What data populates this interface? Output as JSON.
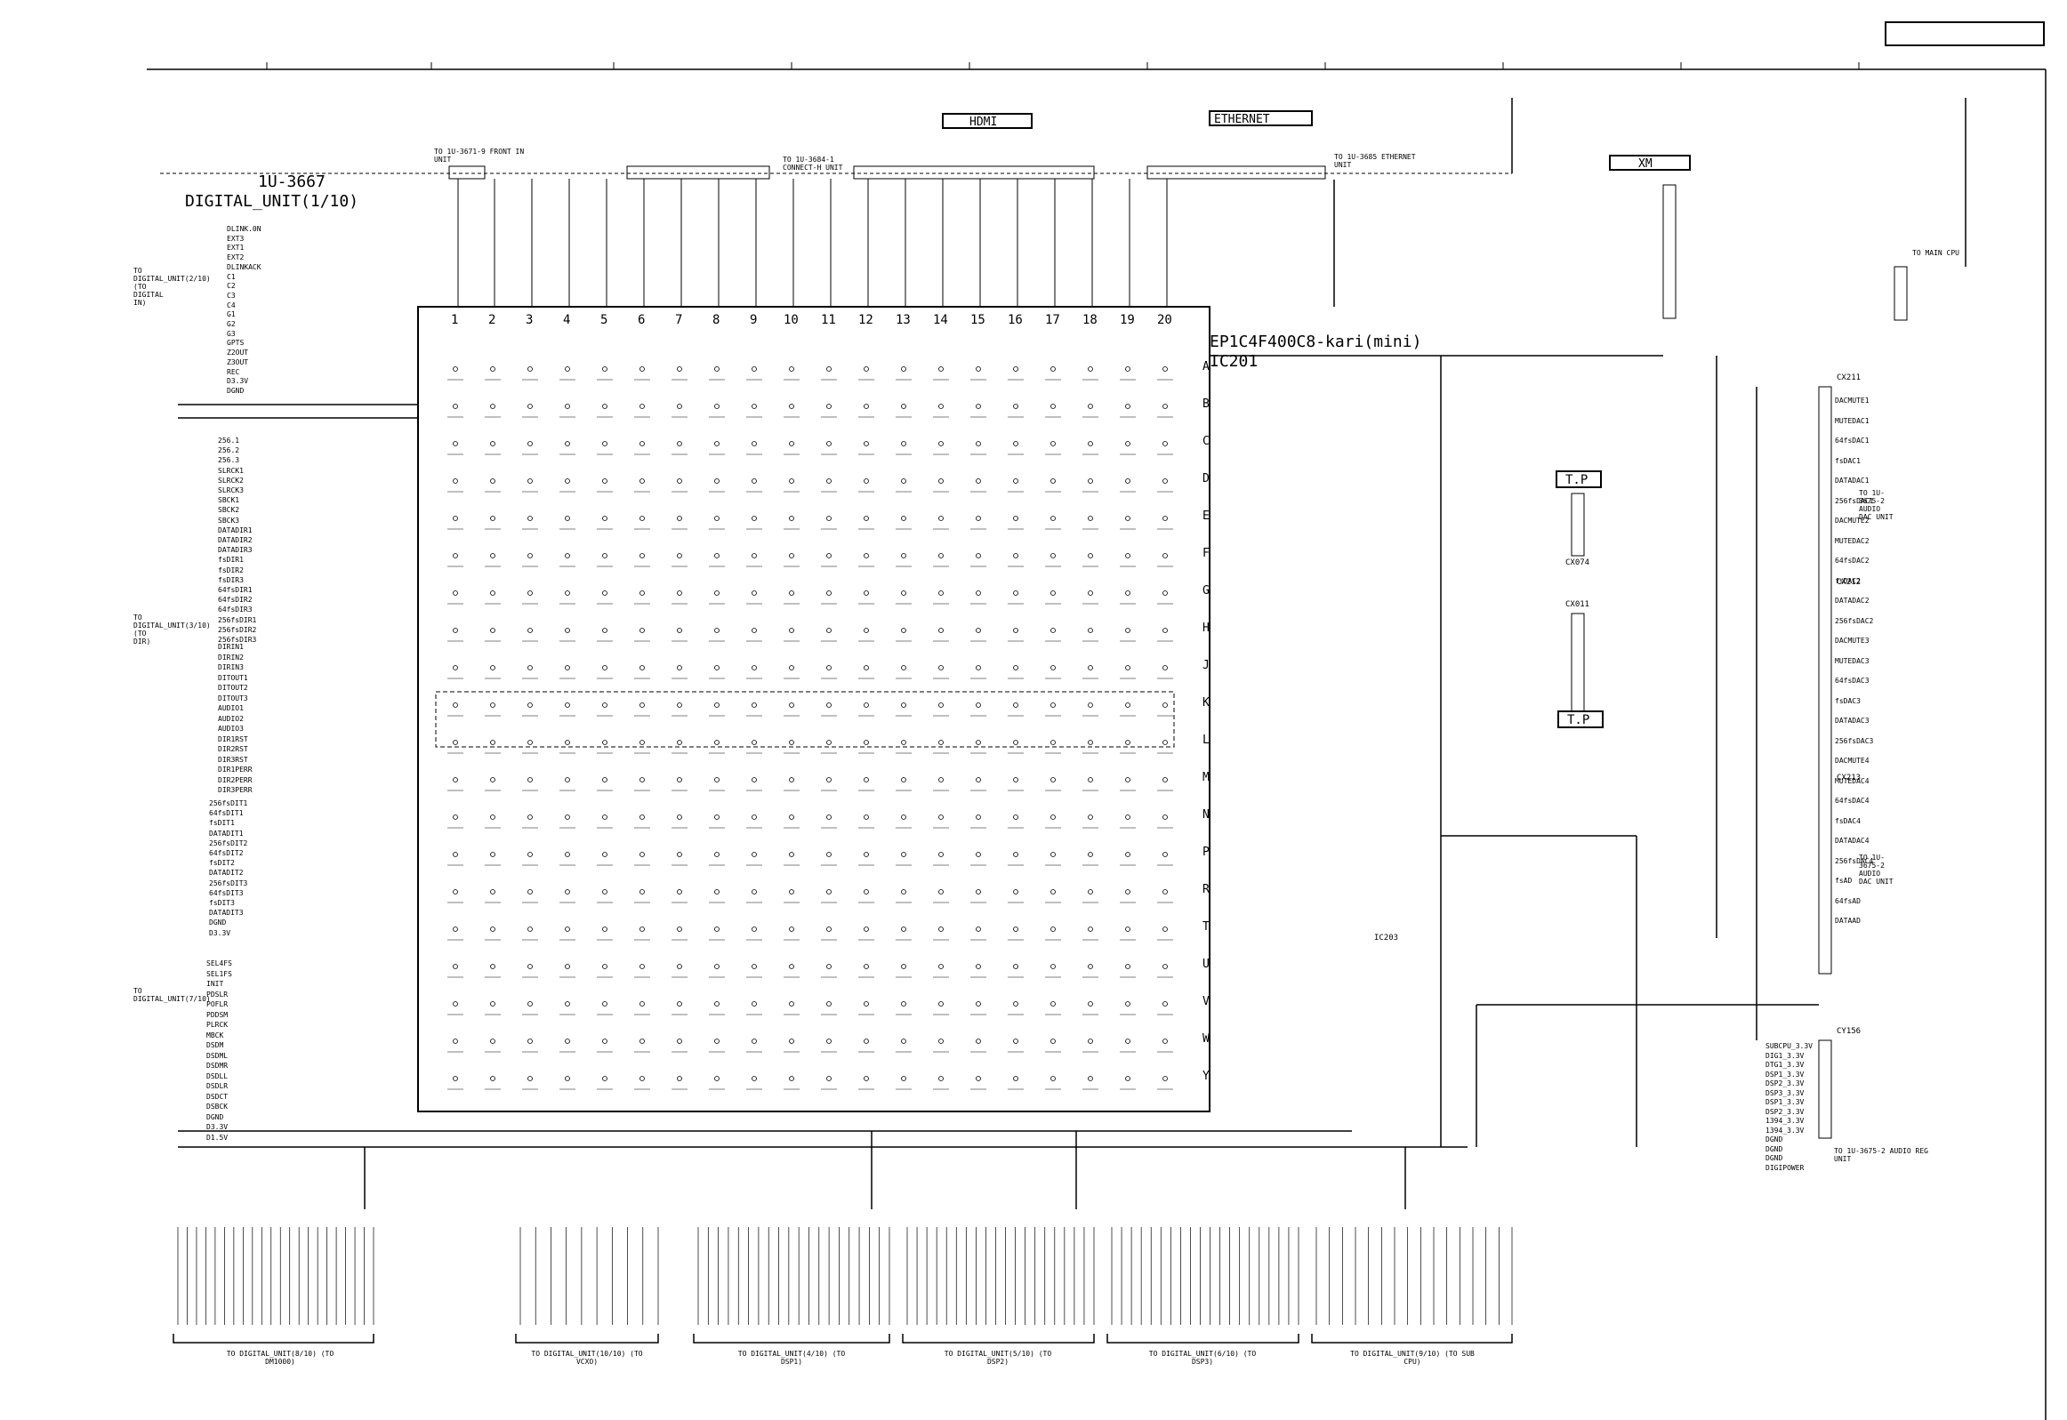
{
  "block": {
    "unit_code": "1U-3667",
    "unit_name": "DIGITAL_UNIT(1/10)"
  },
  "ic": {
    "part": "EP1C4F400C8-kari(mini)",
    "ref": "IC201"
  },
  "labels": {
    "hdmi": "HDMI",
    "ethernet": "ETHERNET",
    "xm": "XM",
    "tp1": "T.P",
    "tp2": "T.P"
  },
  "connectors": {
    "front_in": "TO 1U-3671-9 FRONT IN UNIT",
    "hdmi_conn": "TO 1U-3684-1 CONNECT-H UNIT",
    "ethernet_conn": "TO 1U-3685 ETHERNET UNIT",
    "main_cpu": "TO MAIN CPU",
    "audio_dac1": "TO 1U-3675-2 AUDIO DAC UNIT",
    "audio_dac2": "TO 1U-3675-2 AUDIO DAC UNIT",
    "audio_reg": "TO 1U-3675-2 AUDIO REG UNIT"
  },
  "pin_numbers": [
    "1",
    "2",
    "3",
    "4",
    "5",
    "6",
    "7",
    "8",
    "9",
    "10",
    "11",
    "12",
    "13",
    "14",
    "15",
    "16",
    "17",
    "18",
    "19",
    "20"
  ],
  "row_letters": [
    "A",
    "B",
    "C",
    "D",
    "E",
    "F",
    "G",
    "H",
    "J",
    "K",
    "L",
    "M",
    "N",
    "P",
    "R",
    "T",
    "U",
    "V",
    "W",
    "Y"
  ],
  "left_signals": [
    "DLINK.0N",
    "EXT3",
    "EXT1",
    "EXT2",
    "DLINKACK",
    "C1",
    "C2",
    "C3",
    "C4",
    "G1",
    "G2",
    "G3",
    "GPTS",
    "Z2OUT",
    "Z3OUT",
    "REC",
    "D3.3V",
    "DGND"
  ],
  "left_signals_2": [
    "256.1",
    "256.2",
    "256.3",
    "SLRCK1",
    "SLRCK2",
    "SLRCK3",
    "SBCK1",
    "SBCK2",
    "SBCK3",
    "DATADIR1",
    "DATADIR2",
    "DATADIR3",
    "fsDIR1",
    "fsDIR2",
    "fsDIR3",
    "64fsDIR1",
    "64fsDIR2",
    "64fsDIR3",
    "256fsDIR1",
    "256fsDIR2",
    "256fsDIR3"
  ],
  "left_signals_3": [
    "DIRIN1",
    "DIRIN2",
    "DIRIN3",
    "DITOUT1",
    "DITOUT2",
    "DITOUT3",
    "AUDIO1",
    "AUDIO2",
    "AUDIO3",
    "DIR1RST",
    "DIR2RST",
    "DIR3RST",
    "DIR1PERR",
    "DIR2PERR",
    "DIR3PERR"
  ],
  "left_signals_4": [
    "256fsDIT1",
    "64fsDIT1",
    "fsDIT1",
    "DATADIT1",
    "256fsDIT2",
    "64fsDIT2",
    "fsDIT2",
    "DATADIT2",
    "256fsDIT3",
    "64fsDIT3",
    "fsDIT3",
    "DATADIT3",
    "DGND",
    "D3.3V"
  ],
  "left_signals_5": [
    "SEL4FS",
    "SEL1FS",
    "INIT",
    "PDSLR",
    "POFLR",
    "PDDSM",
    "PLRCK",
    "MBCK",
    "DSDM",
    "DSDML",
    "DSDMR",
    "DSDLL",
    "DSDLR",
    "DSDCT",
    "DSBCK",
    "DGND",
    "D3.3V",
    "D1.5V"
  ],
  "right_signals": [
    "DACMUTE1",
    "MUTEDAC1",
    "64fsDAC1",
    "fsDAC1",
    "DATADAC1",
    "256fsDAC1",
    "DACMUTE2",
    "MUTEDAC2",
    "64fsDAC2",
    "fsDAC2",
    "DATADAC2",
    "256fsDAC2",
    "DACMUTE3",
    "MUTEDAC3",
    "64fsDAC3",
    "fsDAC3",
    "DATADAC3",
    "256fsDAC3",
    "DACMUTE4",
    "MUTEDAC4",
    "64fsDAC4",
    "fsDAC4",
    "DATADAC4",
    "256fsDAC4",
    "fsAD",
    "64fsAD",
    "DATAAD"
  ],
  "power_signals": [
    "SUBCPU_3.3V",
    "DIG1_3.3V",
    "DTG1_3.3V",
    "DSP1_3.3V",
    "DSP2_3.3V",
    "DSP3_3.3V",
    "DSP1_3.3V",
    "DSP2_3.3V",
    "1394_3.3V",
    "1394_3.3V",
    "DGND",
    "DGND",
    "DGND",
    "DIGIPOWER"
  ],
  "bottom_groups": [
    "TO DIGITAL_UNIT(8/10) (TO DM1000)",
    "TO DIGITAL_UNIT(10/10) (TO VCXO)",
    "TO DIGITAL_UNIT(4/10) (TO DSP1)",
    "TO DIGITAL_UNIT(5/10) (TO DSP2)",
    "TO DIGITAL_UNIT(6/10) (TO DSP3)",
    "TO DIGITAL_UNIT(9/10) (TO SUB CPU)"
  ],
  "side_labels": {
    "s1": "TO DIGITAL_UNIT(2/10) (TO DIGITAL IN)",
    "s2": "TO DIGITAL_UNIT(3/10) (TO DIR)",
    "s3": "TO DIGITAL_UNIT(7/10)"
  },
  "ic_refs": {
    "ic203": "IC203",
    "cx211": "CX211",
    "cx212": "CX212",
    "cx213": "CX213",
    "cy156": "CY156",
    "cx074": "CX074",
    "cx011": "CX011"
  }
}
